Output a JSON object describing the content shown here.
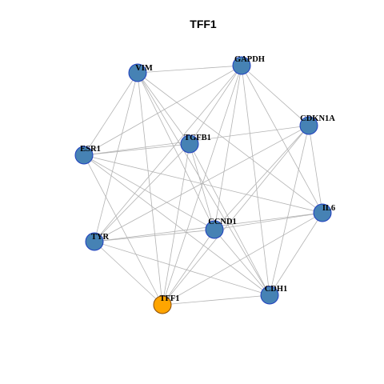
{
  "title": "TFF1",
  "colors": {
    "node_fill": "#4682b4",
    "hub_fill": "#ffa500",
    "edge": "#b3b3b3",
    "node_stroke": "#1f3fbf"
  },
  "nodes": [
    {
      "id": "VIM",
      "label": "VIM"
    },
    {
      "id": "GAPDH",
      "label": "GAPDH"
    },
    {
      "id": "CDKN1A",
      "label": "CDKN1A"
    },
    {
      "id": "TGFB1",
      "label": "TGFB1"
    },
    {
      "id": "ESR1",
      "label": "ESR1"
    },
    {
      "id": "IL6",
      "label": "IL6"
    },
    {
      "id": "CCND1",
      "label": "CCND1"
    },
    {
      "id": "TYR",
      "label": "TYR"
    },
    {
      "id": "TFF1",
      "label": "TFF1",
      "highlight": true
    },
    {
      "id": "CDH1",
      "label": "CDH1"
    }
  ],
  "edges": [
    [
      "VIM",
      "GAPDH"
    ],
    [
      "VIM",
      "ESR1"
    ],
    [
      "VIM",
      "TYR"
    ],
    [
      "VIM",
      "TFF1"
    ],
    [
      "VIM",
      "CCND1"
    ],
    [
      "VIM",
      "CDH1"
    ],
    [
      "VIM",
      "IL6"
    ],
    [
      "VIM",
      "TGFB1"
    ],
    [
      "GAPDH",
      "ESR1"
    ],
    [
      "GAPDH",
      "TYR"
    ],
    [
      "GAPDH",
      "TFF1"
    ],
    [
      "GAPDH",
      "CCND1"
    ],
    [
      "GAPDH",
      "CDH1"
    ],
    [
      "GAPDH",
      "IL6"
    ],
    [
      "GAPDH",
      "CDKN1A"
    ],
    [
      "GAPDH",
      "TGFB1"
    ],
    [
      "CDKN1A",
      "ESR1"
    ],
    [
      "CDKN1A",
      "TYR"
    ],
    [
      "CDKN1A",
      "TFF1"
    ],
    [
      "CDKN1A",
      "CCND1"
    ],
    [
      "CDKN1A",
      "CDH1"
    ],
    [
      "CDKN1A",
      "IL6"
    ],
    [
      "TGFB1",
      "ESR1"
    ],
    [
      "TGFB1",
      "TYR"
    ],
    [
      "TGFB1",
      "TFF1"
    ],
    [
      "TGFB1",
      "CCND1"
    ],
    [
      "TGFB1",
      "CDH1"
    ],
    [
      "ESR1",
      "TFF1"
    ],
    [
      "ESR1",
      "CCND1"
    ],
    [
      "ESR1",
      "CDH1"
    ],
    [
      "ESR1",
      "IL6"
    ],
    [
      "IL6",
      "TYR"
    ],
    [
      "IL6",
      "TFF1"
    ],
    [
      "IL6",
      "CCND1"
    ],
    [
      "IL6",
      "CDH1"
    ],
    [
      "CCND1",
      "TYR"
    ],
    [
      "CCND1",
      "TFF1"
    ],
    [
      "CCND1",
      "CDH1"
    ],
    [
      "TYR",
      "TFF1"
    ],
    [
      "TYR",
      "CDH1"
    ],
    [
      "TFF1",
      "CDH1"
    ]
  ]
}
